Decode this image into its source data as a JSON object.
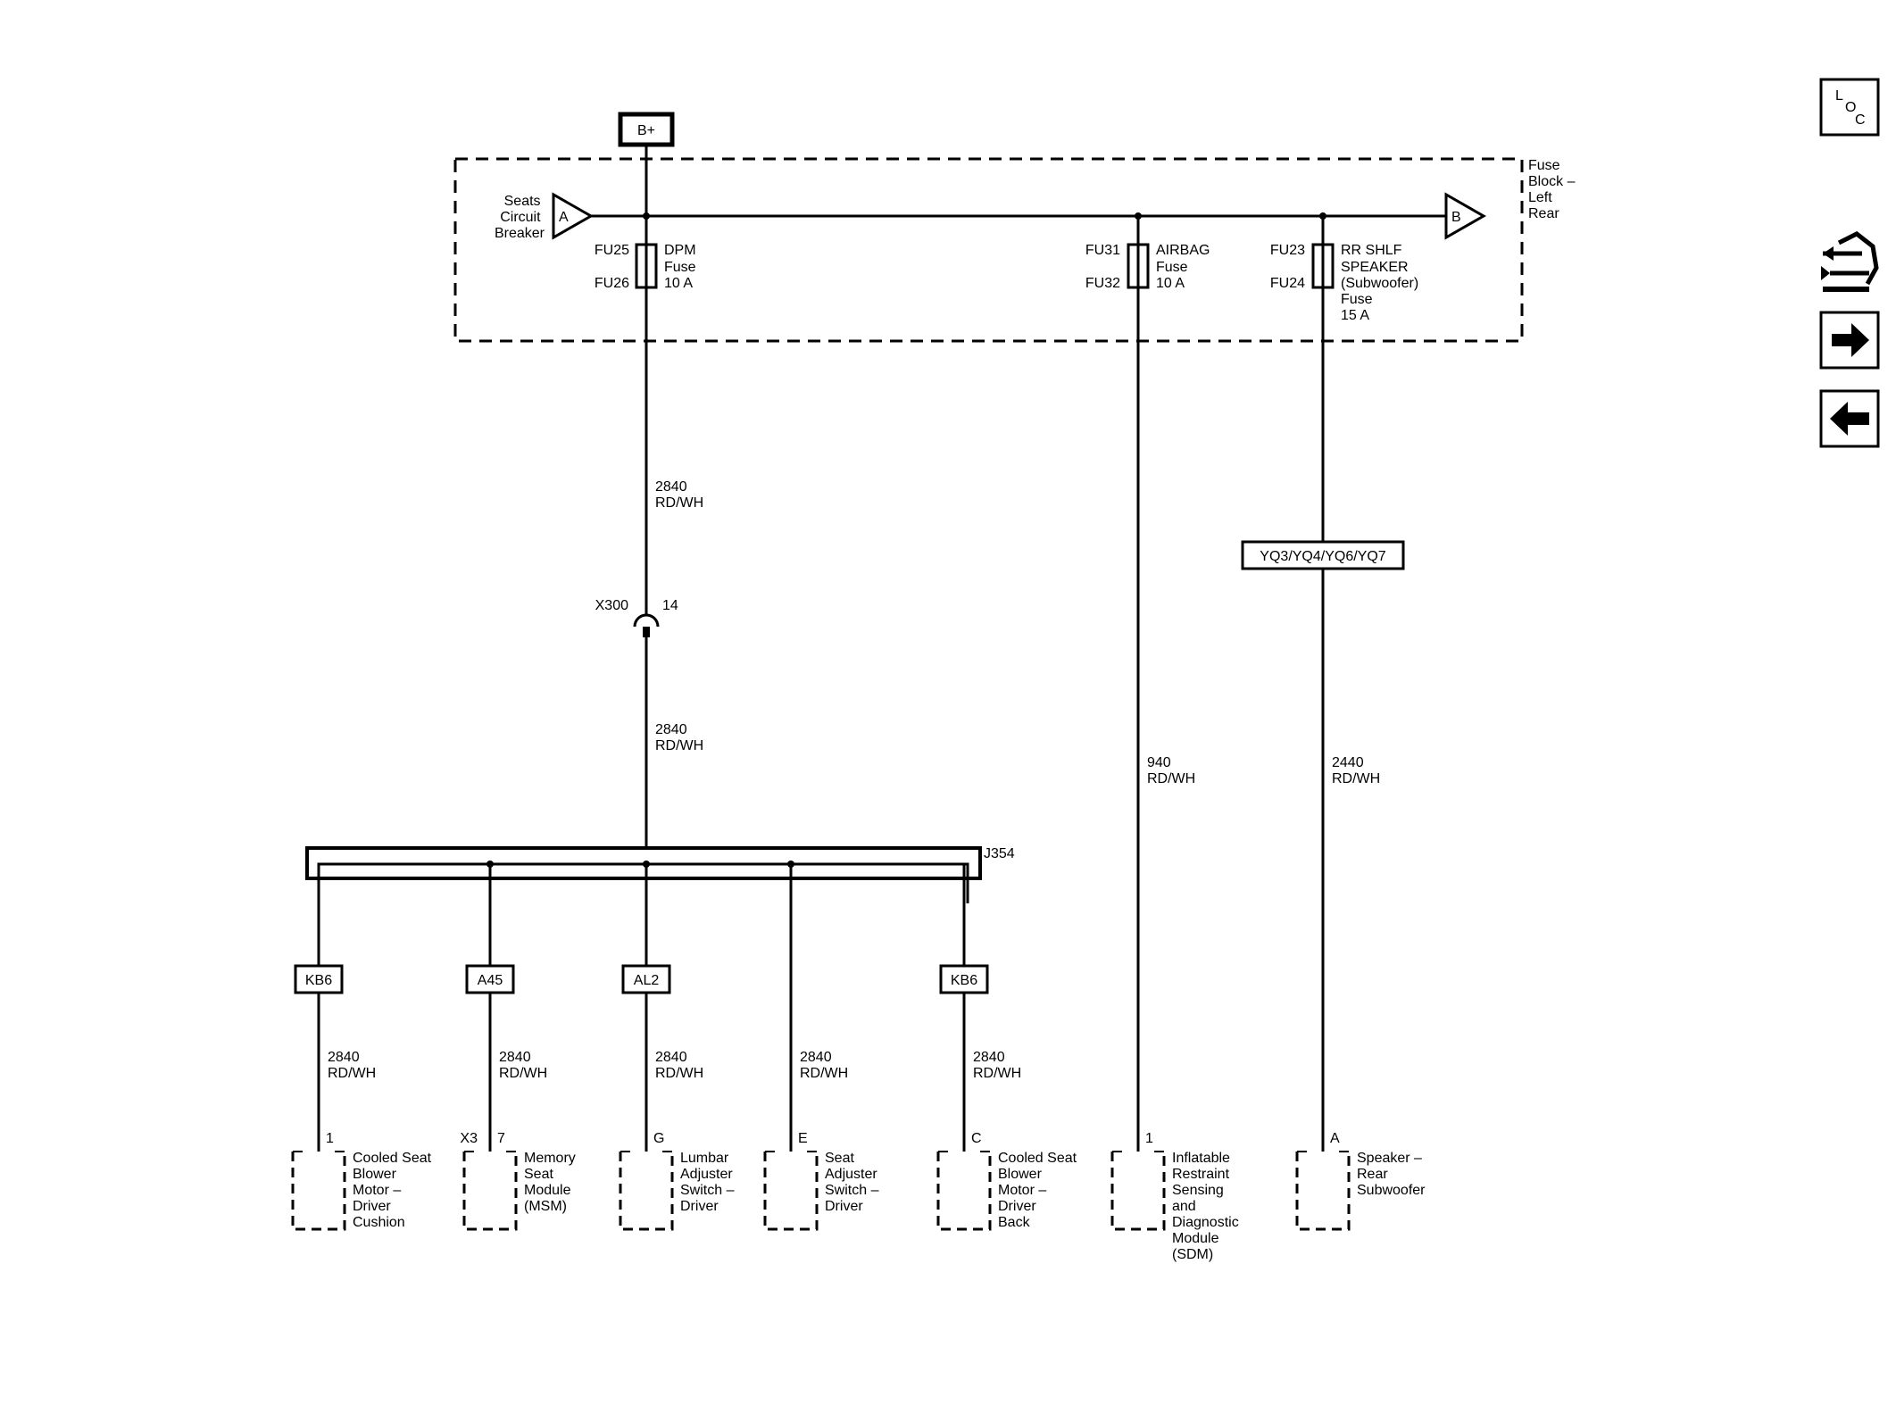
{
  "power": "B+",
  "fuse_block": {
    "label_lines": [
      "Fuse",
      "Block –",
      "Left",
      "Rear"
    ],
    "input": {
      "letter": "A",
      "label_lines": [
        "Seats",
        "Circuit",
        "Breaker"
      ]
    },
    "output": {
      "letter": "B"
    },
    "fuses": [
      {
        "ids": [
          "FU25",
          "FU26"
        ],
        "label_lines": [
          "DPM",
          "Fuse",
          "10 A"
        ]
      },
      {
        "ids": [
          "FU31",
          "FU32"
        ],
        "label_lines": [
          "AIRBAG",
          "Fuse",
          "10 A"
        ]
      },
      {
        "ids": [
          "FU23",
          "FU24"
        ],
        "label_lines": [
          "RR SHLF",
          "SPEAKER",
          "(Subwoofer)",
          "Fuse",
          "15 A"
        ]
      }
    ]
  },
  "connector_x300": {
    "name": "X300",
    "pin": "14"
  },
  "splice": "J354",
  "option_codes": {
    "subwoofer": "YQ3/YQ4/YQ6/YQ7"
  },
  "wire_labels": {
    "dpm_upper": [
      "2840",
      "RD/WH"
    ],
    "dpm_lower": [
      "2840",
      "RD/WH"
    ],
    "airbag": [
      "940",
      "RD/WH"
    ],
    "speaker": [
      "2440",
      "RD/WH"
    ]
  },
  "branches": [
    {
      "option": "KB6",
      "wire": [
        "2840",
        "RD/WH"
      ],
      "connector": "",
      "pin": "1",
      "component_lines": [
        "Cooled Seat",
        "Blower",
        "Motor –",
        "Driver",
        "Cushion"
      ]
    },
    {
      "option": "A45",
      "wire": [
        "2840",
        "RD/WH"
      ],
      "connector": "X3",
      "pin": "7",
      "component_lines": [
        "Memory",
        "Seat",
        "Module",
        "(MSM)"
      ]
    },
    {
      "option": "AL2",
      "wire": [
        "2840",
        "RD/WH"
      ],
      "connector": "",
      "pin": "G",
      "component_lines": [
        "Lumbar",
        "Adjuster",
        "Switch –",
        "Driver"
      ]
    },
    {
      "option": "",
      "wire": [
        "2840",
        "RD/WH"
      ],
      "connector": "",
      "pin": "E",
      "component_lines": [
        "Seat",
        "Adjuster",
        "Switch –",
        "Driver"
      ]
    },
    {
      "option": "KB6",
      "wire": [
        "2840",
        "RD/WH"
      ],
      "connector": "",
      "pin": "C",
      "component_lines": [
        "Cooled Seat",
        "Blower",
        "Motor –",
        "Driver",
        "Back"
      ]
    }
  ],
  "other_components": [
    {
      "pin": "1",
      "component_lines": [
        "Inflatable",
        "Restraint",
        "Sensing",
        "and",
        "Diagnostic",
        "Module",
        "(SDM)"
      ]
    },
    {
      "pin": "A",
      "component_lines": [
        "Speaker –",
        "Rear",
        "Subwoofer"
      ]
    }
  ],
  "nav": {
    "loc": [
      "L",
      "O",
      "C"
    ],
    "icons": [
      "connector-icon",
      "arrow-right-icon",
      "arrow-left-icon"
    ]
  }
}
